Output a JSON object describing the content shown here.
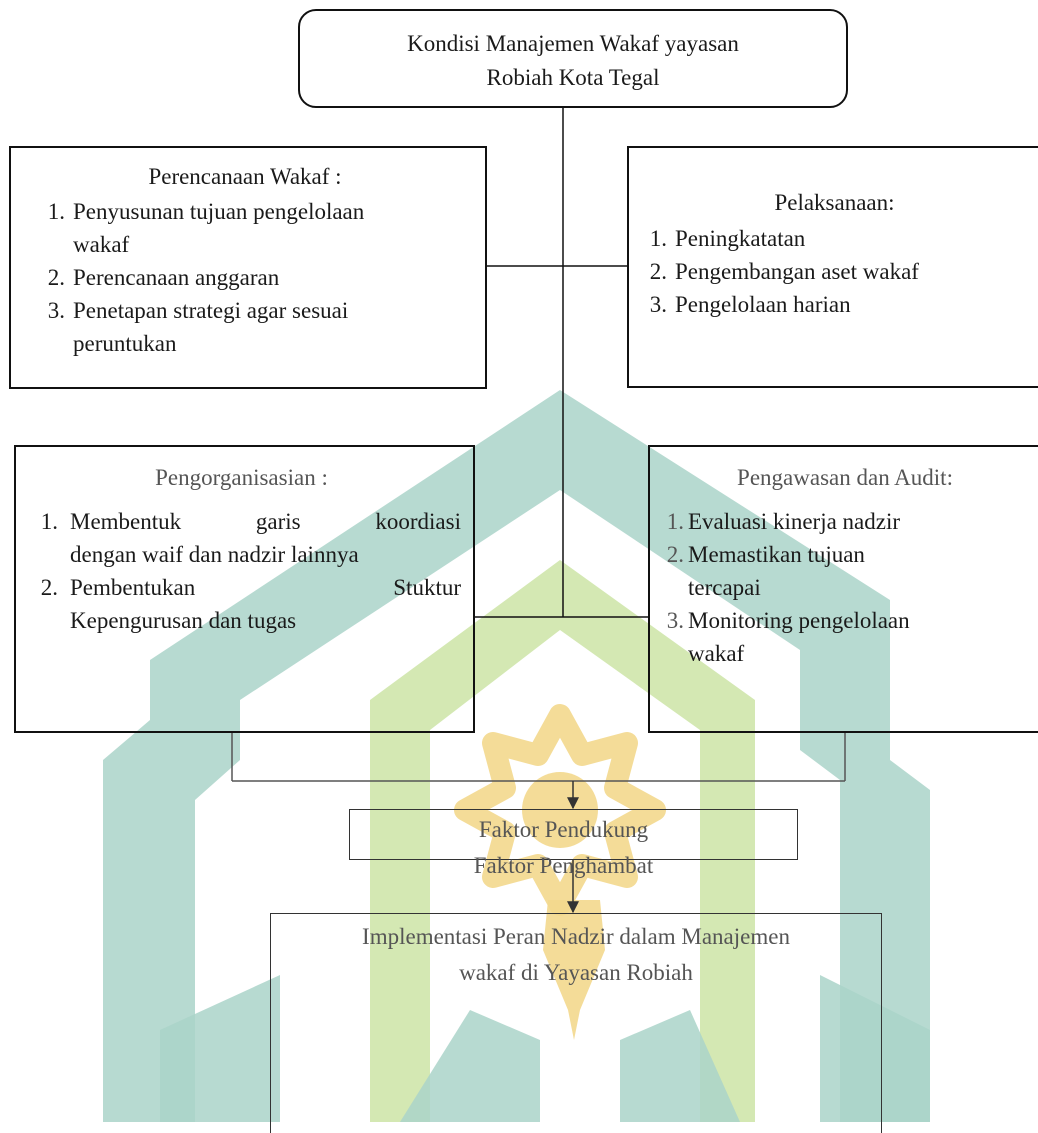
{
  "top": {
    "line1": "Kondisi  Manajemen  Wakaf yayasan",
    "line2": "Robiah Kota Tegal"
  },
  "planning": {
    "title": "Perencanaan Wakaf :",
    "items": [
      {
        "num": "1.",
        "lines": [
          "Penyusunan tujuan pengelolaan",
          "wakaf"
        ]
      },
      {
        "num": "2.",
        "lines": [
          "Perencanaan anggaran"
        ]
      },
      {
        "num": "3.",
        "lines": [
          "Penetapan strategi agar sesuai",
          "peruntukan"
        ]
      }
    ]
  },
  "execution": {
    "title": "Pelaksanaan:",
    "items": [
      {
        "num": "1.",
        "text": "Peningkatatan"
      },
      {
        "num": "2.",
        "text": "Pengembangan aset wakaf"
      },
      {
        "num": "3.",
        "text": "Pengelolaan harian"
      }
    ]
  },
  "organizing": {
    "title": "Pengorganisasian :",
    "items": [
      {
        "num": "1.",
        "lines": [
          "Membentuk   garis   koordiasi",
          "dengan waif dan nadzir lainnya"
        ]
      },
      {
        "num": "2.",
        "lines": [
          "Pembentukan            Stuktur",
          "Kepengurusan dan tugas"
        ]
      }
    ]
  },
  "supervision": {
    "title": "Pengawasan dan Audit:",
    "items": [
      {
        "num": "1.",
        "lines": [
          "Evaluasi kinerja nadzir"
        ]
      },
      {
        "num": "2.",
        "lines": [
          "Memastikan tujuan",
          "tercapai"
        ]
      },
      {
        "num": "3.",
        "lines": [
          "Monitoring pengelolaan",
          "wakaf"
        ]
      }
    ]
  },
  "factors": {
    "line1": "Faktor Pendukung",
    "line2": "Faktor Penghambat"
  },
  "implementation": {
    "line1": "Implementasi Peran Nadzir dalam Manajemen",
    "line2": "wakaf di Yayasan Robiah"
  },
  "colors": {
    "teal": "#aad4c9",
    "green": "#cde4a6",
    "gold": "#f3d88d",
    "line": "#111111"
  }
}
